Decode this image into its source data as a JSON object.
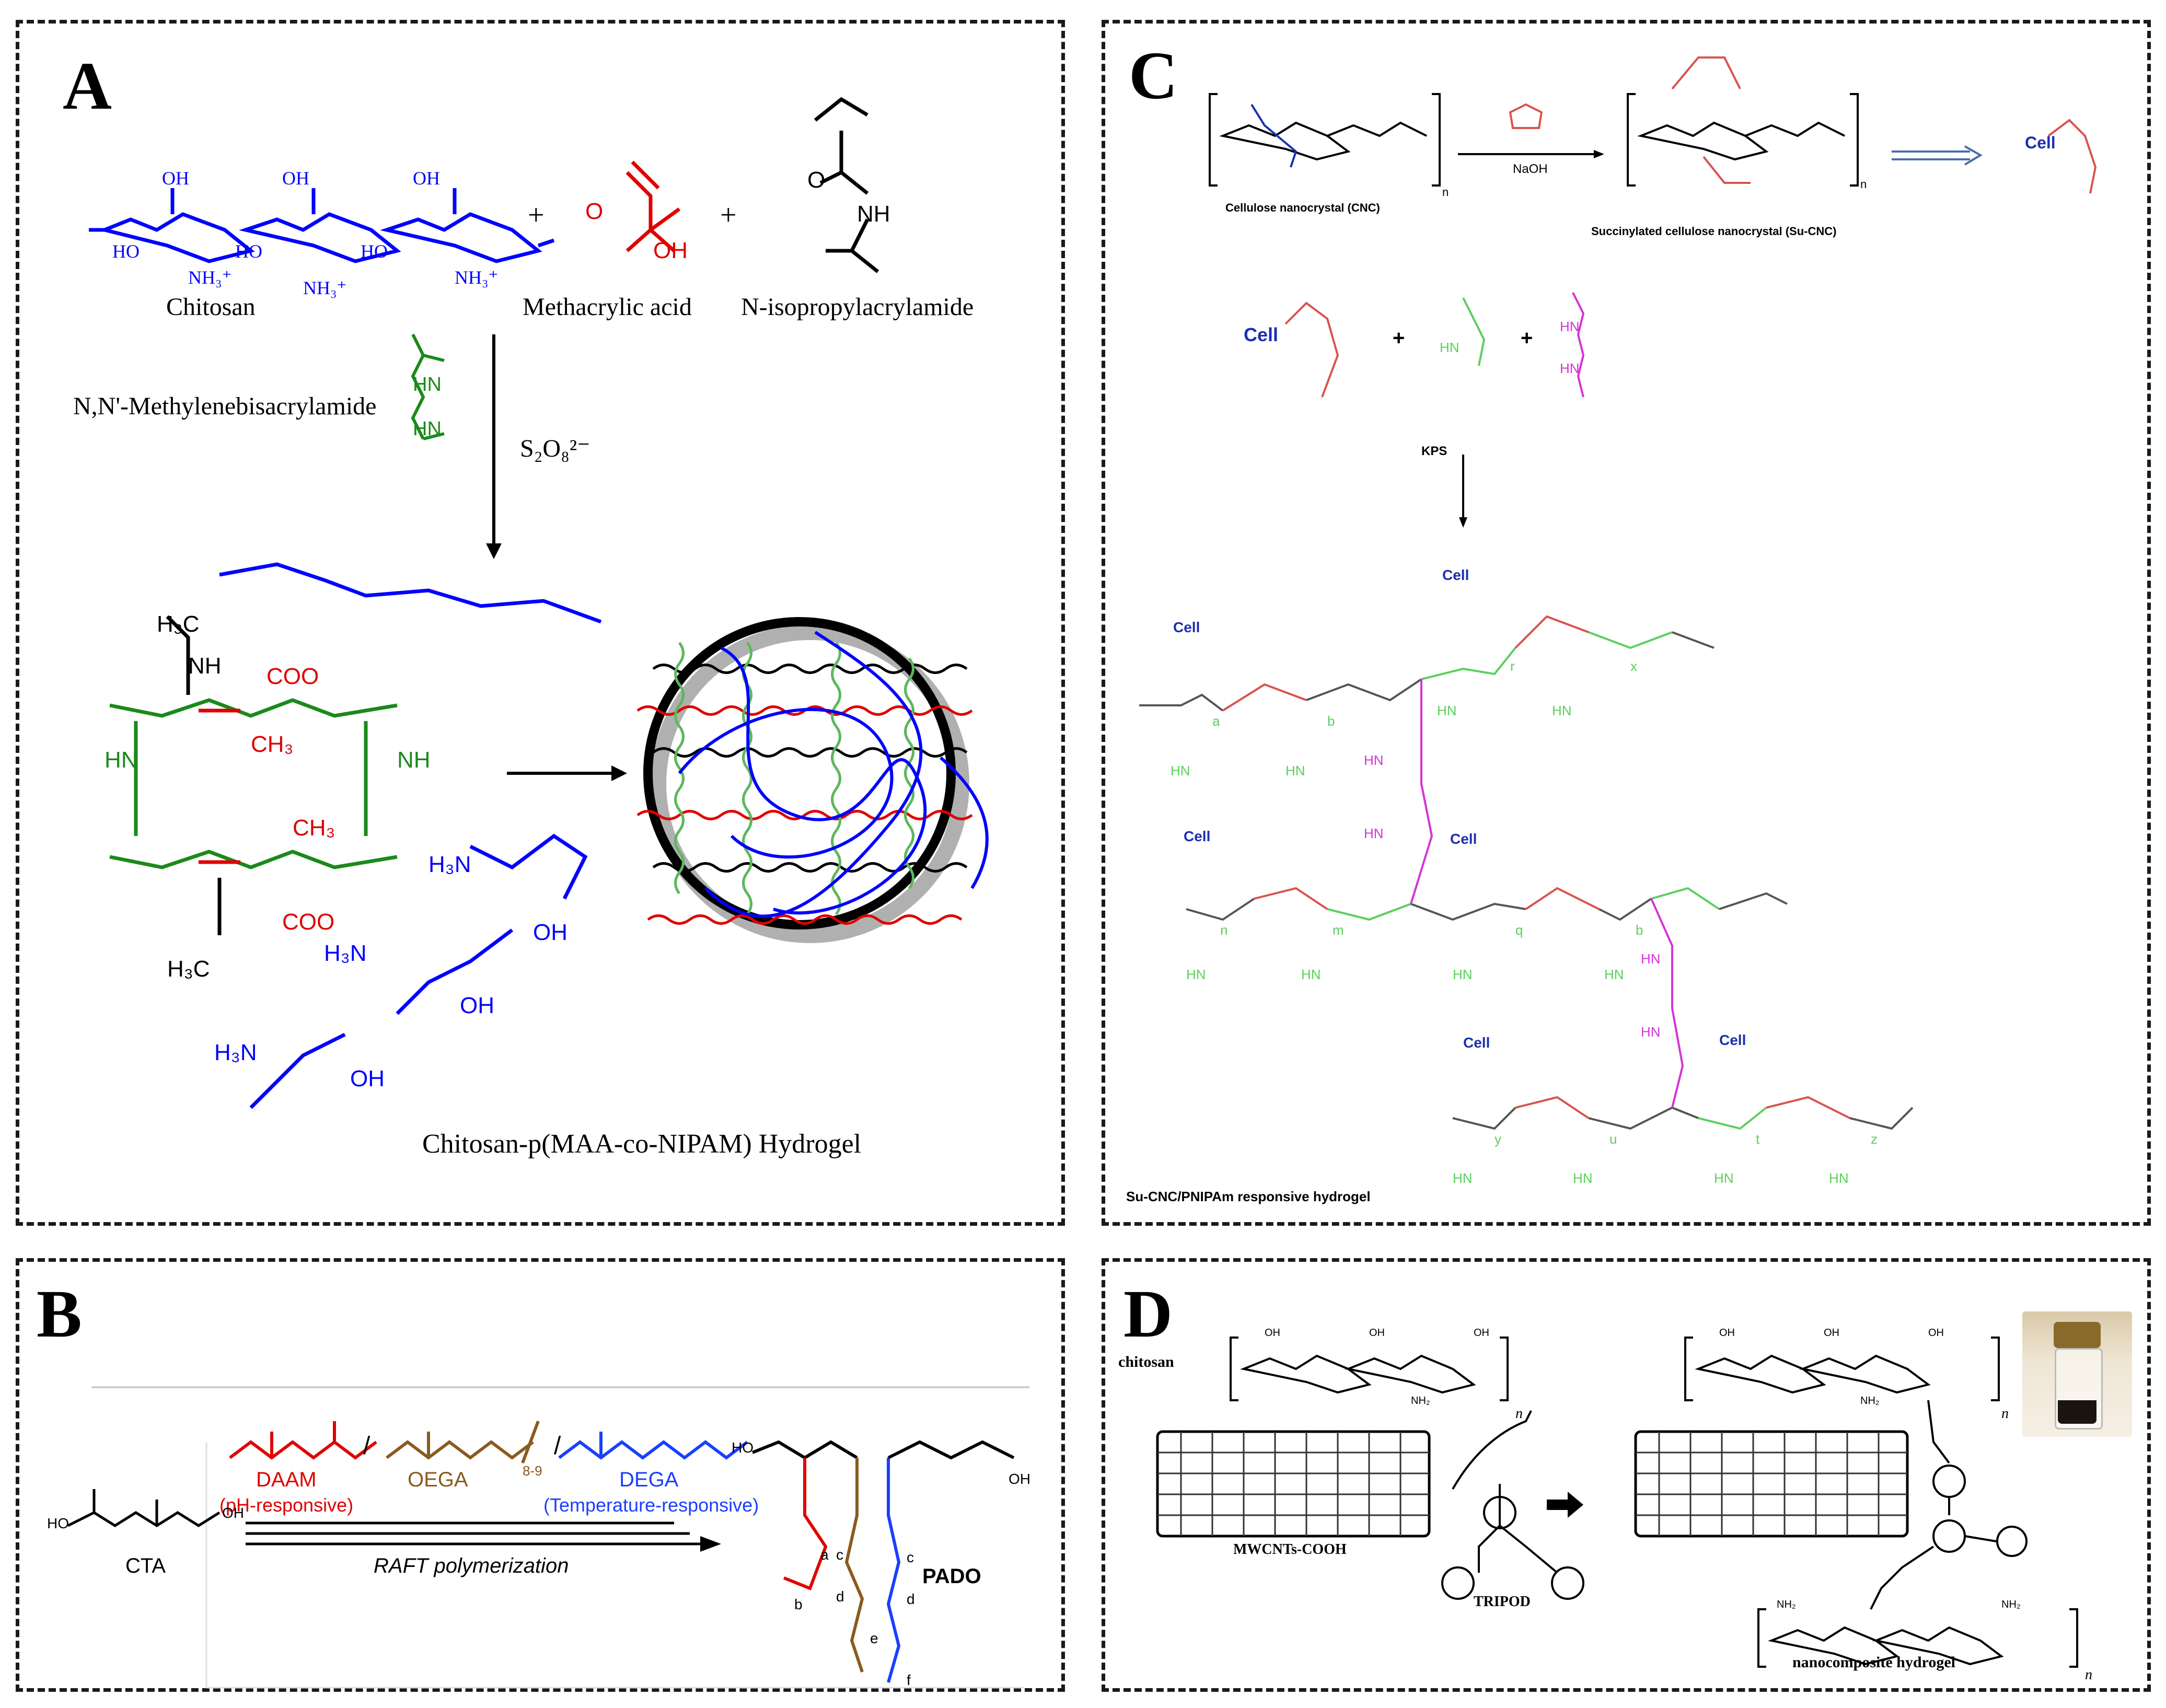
{
  "colors": {
    "chitosan": "#0000ff",
    "methacrylic": "#e00000",
    "crosslinker": "#1a8a1a",
    "succinyl": "#d9534f",
    "nipam_light": "#5ccf5c",
    "hydrazide": "#d633d6",
    "oega": "#8b5a1e",
    "dega": "#1a3fff",
    "cell": "#1a2fb0"
  },
  "panels": {
    "A": {
      "letter": "A",
      "chitosan": "Chitosan",
      "methacrylic": "Methacrylic acid",
      "nipam": "N-isopropylacrylamide",
      "mba": "N,N'-Methylenebisacrylamide",
      "initiator": "S₂O₈²⁻",
      "oh": "OH",
      "ho": "HO",
      "nh3": "NH₃⁺",
      "nh": "NH",
      "hn": "HN",
      "h3c": "H₃C",
      "ch3": "CH₃",
      "coo": "COO",
      "h3n": "H₃N",
      "o": "O",
      "plus": "+",
      "product": "Chitosan-p(MAA-co-NIPAM) Hydrogel"
    },
    "B": {
      "letter": "B",
      "daam": "DAAM",
      "daam_note": "(pH-responsive)",
      "oega": "OEGA",
      "oega_sub": "8-9",
      "dega": "DEGA",
      "dega_note": "(Temperature-responsive)",
      "slash": "/",
      "cta": "CTA",
      "raft": "RAFT polymerization",
      "pado": "PADO",
      "ho": "HO",
      "oh": "OH",
      "letters": [
        "a",
        "b",
        "c",
        "d",
        "e",
        "c",
        "d",
        "f"
      ]
    },
    "C": {
      "letter": "C",
      "cnc": "Cellulose nanocrystal (CNC)",
      "naoh": "NaOH",
      "sucnc": "Succinylated cellulose nanocrystal (Su-CNC)",
      "cell": "Cell",
      "kps": "KPS",
      "hn": "HN",
      "plus": "+",
      "n": "n",
      "product": "Su-CNC/PNIPAm responsive hydrogel",
      "seg_letters": [
        "a",
        "b",
        "r",
        "x",
        "n",
        "m",
        "q",
        "b",
        "y",
        "u",
        "t",
        "z"
      ]
    },
    "D": {
      "letter": "D",
      "chitosan": "chitosan",
      "mwcnt": "MWCNTs-COOH",
      "tripod": "TRIPOD",
      "product": "nanocomposite hydrogel",
      "oh": "OH",
      "nh2": "NH₂",
      "n": "n"
    }
  }
}
